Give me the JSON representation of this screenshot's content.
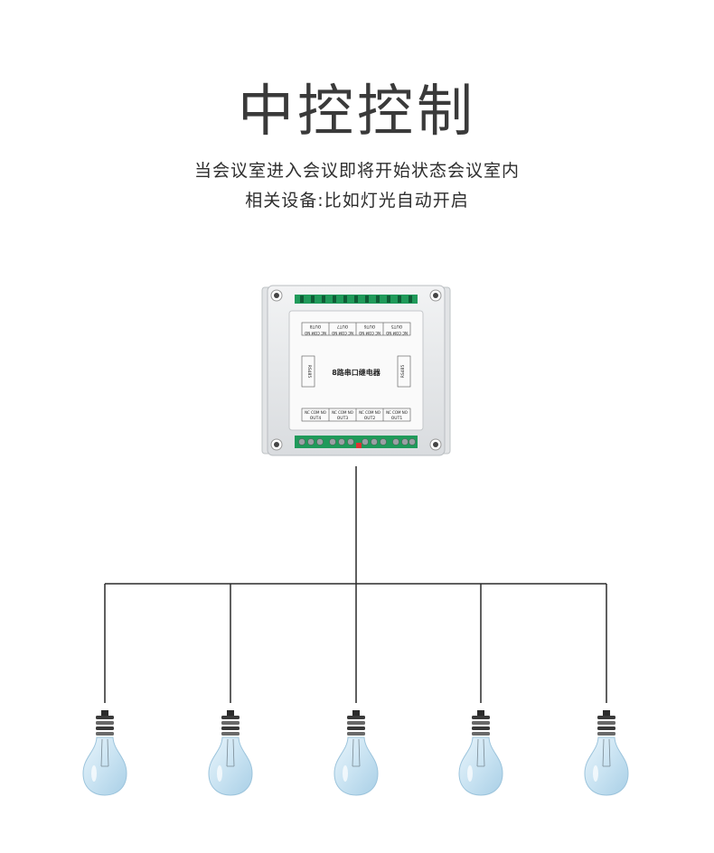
{
  "title": "中控控制",
  "subtitle_line1": "当会议室进入会议即将开始状态会议室内",
  "subtitle_line2": "相关设备:比如灯光自动开启",
  "device": {
    "name": "8路串口继电器",
    "out_top": [
      "OUT8",
      "OUT7",
      "OUT6",
      "OUT5"
    ],
    "out_bottom": [
      "OUT4",
      "OUT3",
      "OUT2",
      "OUT1"
    ],
    "pin_labels": "NC COM NO",
    "rs485": "RS485"
  },
  "bulbs": [
    {
      "id": "bulb-1"
    },
    {
      "id": "bulb-2"
    },
    {
      "id": "bulb-3"
    },
    {
      "id": "bulb-4"
    },
    {
      "id": "bulb-5"
    }
  ],
  "colors": {
    "terminal_green": "#1f9a5a",
    "bulb_glass": "#cfe6f3",
    "wire": "#2b2b2b"
  }
}
